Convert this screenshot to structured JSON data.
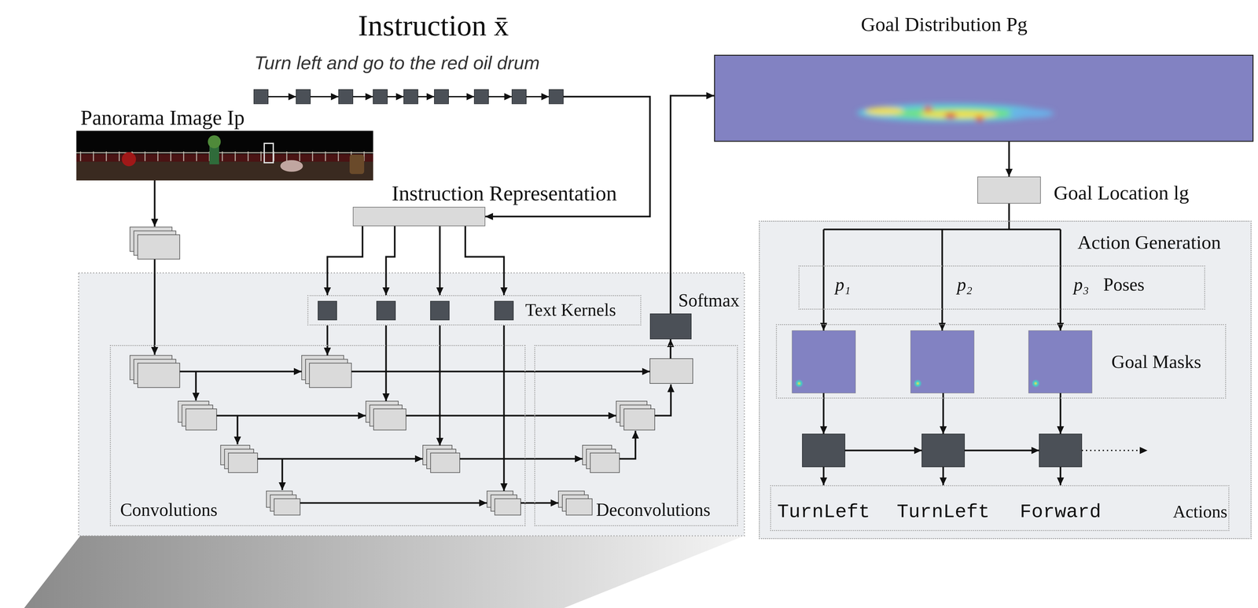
{
  "diagram": {
    "nodes": [
      {
        "text": [
          "Convolutions"
        ]
      },
      {
        "text": [
          "Deconvolutions"
        ]
      },
      {
        "text": [
          "Text Kernels"
        ]
      },
      {
        "text": [
          "Softmax"
        ]
      },
      {
        "text": [
          "Instruction Representation"
        ]
      },
      {
        "text": [
          "Goal Location lg"
        ]
      },
      {
        "text": [
          "Goal Distribution Pg"
        ]
      },
      {
        "text": [
          "Panorama Image Ip"
        ]
      },
      {
        "text": [
          "Action Generation"
        ]
      },
      {
        "text": [
          "p₁",
          "p₂",
          "p₃",
          "Poses"
        ],
        "in": 8
      },
      {
        "text": [
          "Goal Masks"
        ],
        "in": 8
      },
      {
        "text": [
          "TurnLeft",
          "TurnLeft",
          "Forward",
          "Actions"
        ],
        "in": 8
      },
      {
        "text": [
          "Instruction x̄",
          "Turn left and go to the red oil drum"
        ]
      }
    ],
    "edges": [
      {
        "from": 12,
        "to": 4,
        "arrow": "to"
      },
      {
        "from": 4,
        "to": 2,
        "arrow": "to"
      },
      {
        "from": 2,
        "to": 0,
        "arrow": "to"
      },
      {
        "from": 7,
        "to": 0,
        "arrow": "to"
      },
      {
        "from": 0,
        "to": 1,
        "arrow": "to"
      },
      {
        "from": 1,
        "to": 3,
        "arrow": "to"
      },
      {
        "from": 3,
        "to": 6,
        "arrow": "to"
      },
      {
        "from": 6,
        "to": 5,
        "arrow": "to"
      },
      {
        "from": 5,
        "to": 10,
        "arrow": "to"
      },
      {
        "from": 10,
        "to": 11,
        "arrow": "to"
      }
    ]
  }
}
